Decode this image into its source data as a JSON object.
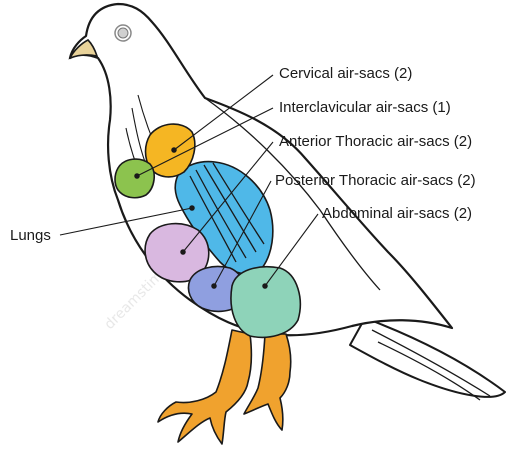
{
  "labels": {
    "cervical": "Cervical air-sacs (2)",
    "interclavicular": "Interclavicular air-sacs (1)",
    "anterior_thoracic": "Anterior Thoracic air-sacs (2)",
    "posterior_thoracic": "Posterior Thoracic air-sacs (2)",
    "abdominal": "Abdominal air-sacs (2)",
    "lungs": "Lungs"
  },
  "colors": {
    "cervical": "#f5b623",
    "interclavicular": "#8cc34e",
    "anterior_thoracic": "#d9b8e0",
    "posterior_thoracic": "#8f9fe0",
    "abdominal": "#8ed3b9",
    "lungs": "#4fb8e8",
    "beak": "#e9d39a",
    "feet": "#f0a22e",
    "outline": "#1a1a1a"
  },
  "watermark": "dreamstime"
}
